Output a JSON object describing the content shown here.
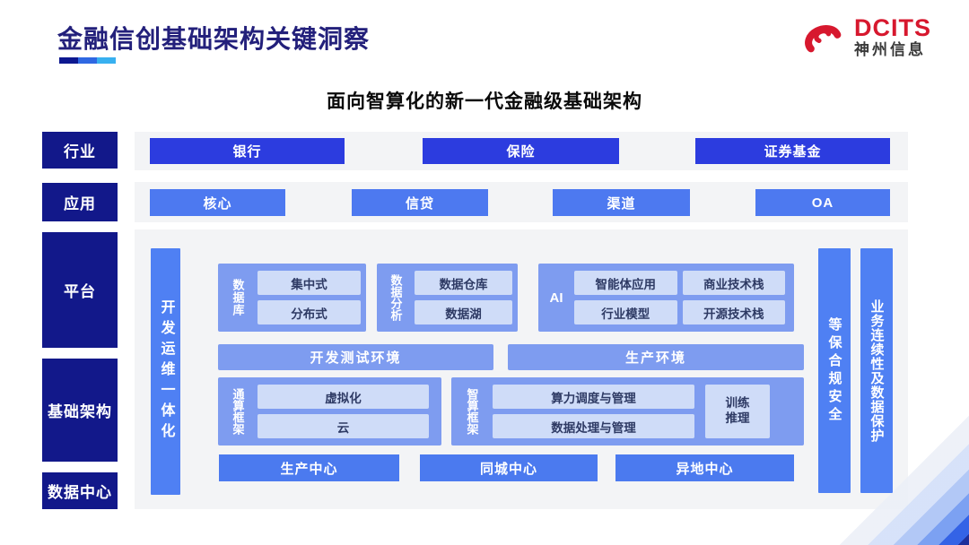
{
  "header": {
    "title": "金融信创基础架构关键洞察",
    "logo": {
      "brand": "DCITS",
      "company": "神州信息"
    }
  },
  "subtitle": "面向智算化的新一代金融级基础架构",
  "row_labels": [
    "行业",
    "应用",
    "平台",
    "基础架构",
    "数据中心"
  ],
  "industry": {
    "items": [
      "银行",
      "保险",
      "证券基金"
    ]
  },
  "application": {
    "items": [
      "核心",
      "信贷",
      "渠道",
      "OA"
    ]
  },
  "platform": {
    "devops_bar": "开发运维一体化",
    "database": {
      "label": "数据库",
      "items": [
        "集中式",
        "分布式"
      ]
    },
    "analytics": {
      "label": "数据分析",
      "items": [
        "数据仓库",
        "数据湖"
      ]
    },
    "ai": {
      "label": "AI",
      "items": [
        "智能体应用",
        "商业技术栈",
        "行业模型",
        "开源技术栈"
      ]
    },
    "environments": [
      "开发测试环境",
      "生产环境"
    ],
    "general_framework": {
      "label": "通算框架",
      "items": [
        "虚拟化",
        "云"
      ]
    },
    "intelligent_framework": {
      "label": "智算框架",
      "items": [
        "算力调度与管理",
        "数据处理与管理"
      ],
      "side_lines": [
        "训练",
        "推理"
      ]
    },
    "centers": [
      "生产中心",
      "同城中心",
      "异地中心"
    ],
    "security_bar": "等保合规安全",
    "continuity_bar": "业务连续性及数据保护"
  },
  "colors": {
    "title_navy": "#23207b",
    "label_navy": "#12188a",
    "industry_blue": "#2c3cdf",
    "app_blue": "#4d79f0",
    "container_blue": "#7e9cf0",
    "bar_blue": "#4f80f3",
    "pill_bg": "#cfdcf8",
    "pill_text": "#2e3a64",
    "panel_gray": "#f3f4f6",
    "logo_red": "#d7182e",
    "underline": [
      "#0d1890",
      "#2f68e2",
      "#38b0f0"
    ]
  }
}
